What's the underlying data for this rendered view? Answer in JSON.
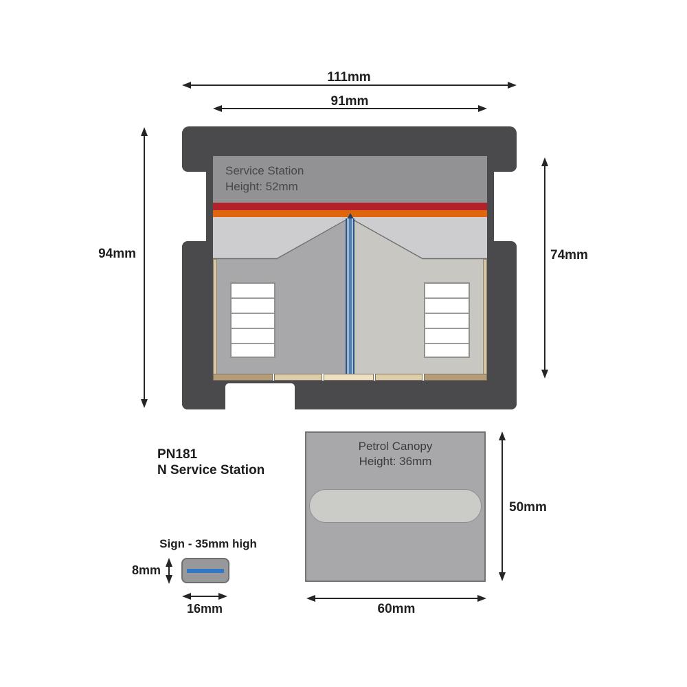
{
  "colors": {
    "outline": "#4a4a4c",
    "header_gray": "#929294",
    "stripe_red": "#b2222a",
    "stripe_orange": "#e0660d",
    "roof_gray": "#cdcdcf",
    "wall_left_gray": "#a8a8aa",
    "wall_right_gray": "#c8c7c1",
    "trim_tan": "#d8c7a5",
    "base_dark_tan": "#b59c76",
    "base_light_tan": "#ddcda9",
    "base_pale_tan": "#eee0c2",
    "pillar_blue_dark": "#2b5482",
    "pillar_blue_light": "#9ab6d4",
    "canopy_gray": "#a8a8aa",
    "canopy_pill_gray": "#cbcbc7",
    "sign_gray": "#98989a",
    "sign_blue": "#3179c4"
  },
  "station": {
    "label_title": "Service Station",
    "label_height": "Height: 52mm",
    "dim_outer_width": "111mm",
    "dim_inner_width": "91mm",
    "dim_total_height": "94mm",
    "dim_body_height": "74mm"
  },
  "kit": {
    "code": "PN181",
    "name": "N Service Station"
  },
  "canopy": {
    "label_title": "Petrol Canopy",
    "label_height": "Height: 36mm",
    "dim_height": "50mm",
    "dim_width": "60mm"
  },
  "sign": {
    "label_title": "Sign - 35mm high",
    "dim_height": "8mm",
    "dim_width": "16mm"
  }
}
